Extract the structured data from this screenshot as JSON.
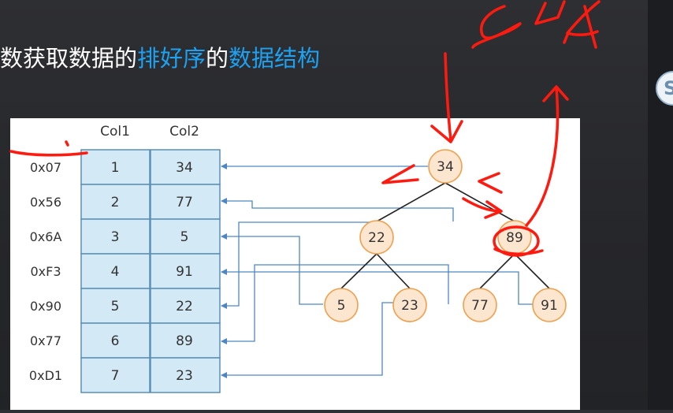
{
  "slide": {
    "title_prefix": "数获取数据的",
    "title_highlight_1": "排好序",
    "title_middle": "的",
    "title_highlight_2": "数据结构"
  },
  "table": {
    "headers": [
      "Col1",
      "Col2"
    ],
    "rows": [
      {
        "addr": "0x07",
        "col1": "1",
        "col2": "34"
      },
      {
        "addr": "0x56",
        "col1": "2",
        "col2": "77"
      },
      {
        "addr": "0x6A",
        "col1": "3",
        "col2": "5"
      },
      {
        "addr": "0xF3",
        "col1": "4",
        "col2": "91"
      },
      {
        "addr": "0x90",
        "col1": "5",
        "col2": "22"
      },
      {
        "addr": "0x77",
        "col1": "6",
        "col2": "89"
      },
      {
        "addr": "0xD1",
        "col1": "7",
        "col2": "23"
      }
    ]
  },
  "tree": {
    "nodes": [
      "34",
      "22",
      "89",
      "5",
      "23",
      "77",
      "91"
    ]
  },
  "colors": {
    "cell_fill": "#d3e9f5",
    "cell_border": "#5a8fb6",
    "arrow": "#4e86c4",
    "node_fill": "#fde6d0",
    "node_border": "#f0a04c",
    "ink_red": "#ff1a10"
  },
  "side_icon": "partial-round-button-icon"
}
